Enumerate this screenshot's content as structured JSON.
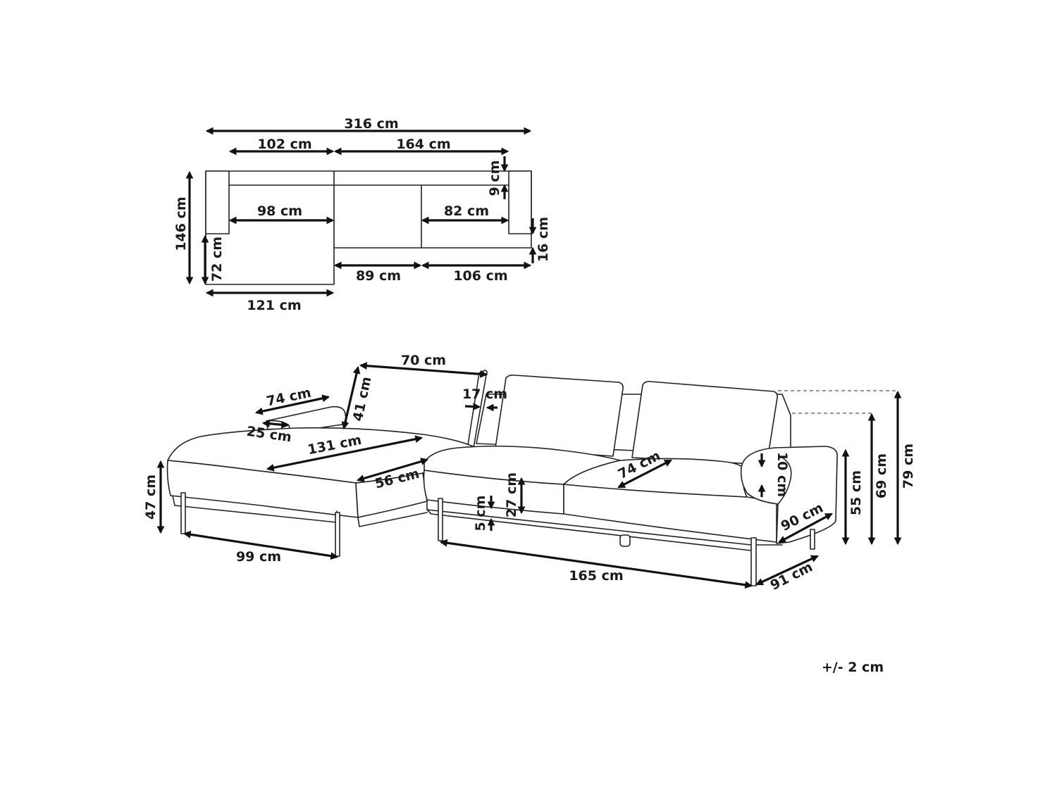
{
  "top_view": {
    "total_width": "316 cm",
    "chaise_module_width": "102 cm",
    "sofa_module_width": "164 cm",
    "backrest_depth": "9 cm",
    "total_depth": "146 cm",
    "chaise_seat_width": "98 cm",
    "right_seat_width": "82 cm",
    "armrest_offset": "16 cm",
    "chaise_extension": "72 cm",
    "middle_seat_width": "89 cm",
    "right_module_width": "106 cm",
    "chaise_total_width": "121 cm"
  },
  "perspective_view": {
    "back_cushion_width": "70 cm",
    "back_cushion_height": "41 cm",
    "back_cushion_depth": "17 cm",
    "armrest_length": "74 cm",
    "armrest_width": "25 cm",
    "chaise_seat_length": "131 cm",
    "chaise_seat_width": "56 cm",
    "seat_depth": "74 cm",
    "armrest_top_thickness": "10 cm",
    "seat_cushion_height": "27 cm",
    "base_thickness": "5 cm",
    "chaise_seat_height": "47 cm",
    "chaise_leg_span": "99 cm",
    "sofa_length": "165 cm",
    "arm_depth": "90 cm",
    "sofa_depth": "91 cm",
    "arm_height": "55 cm",
    "back_height": "69 cm",
    "total_height": "79 cm"
  },
  "tolerance": "+/- 2 cm"
}
